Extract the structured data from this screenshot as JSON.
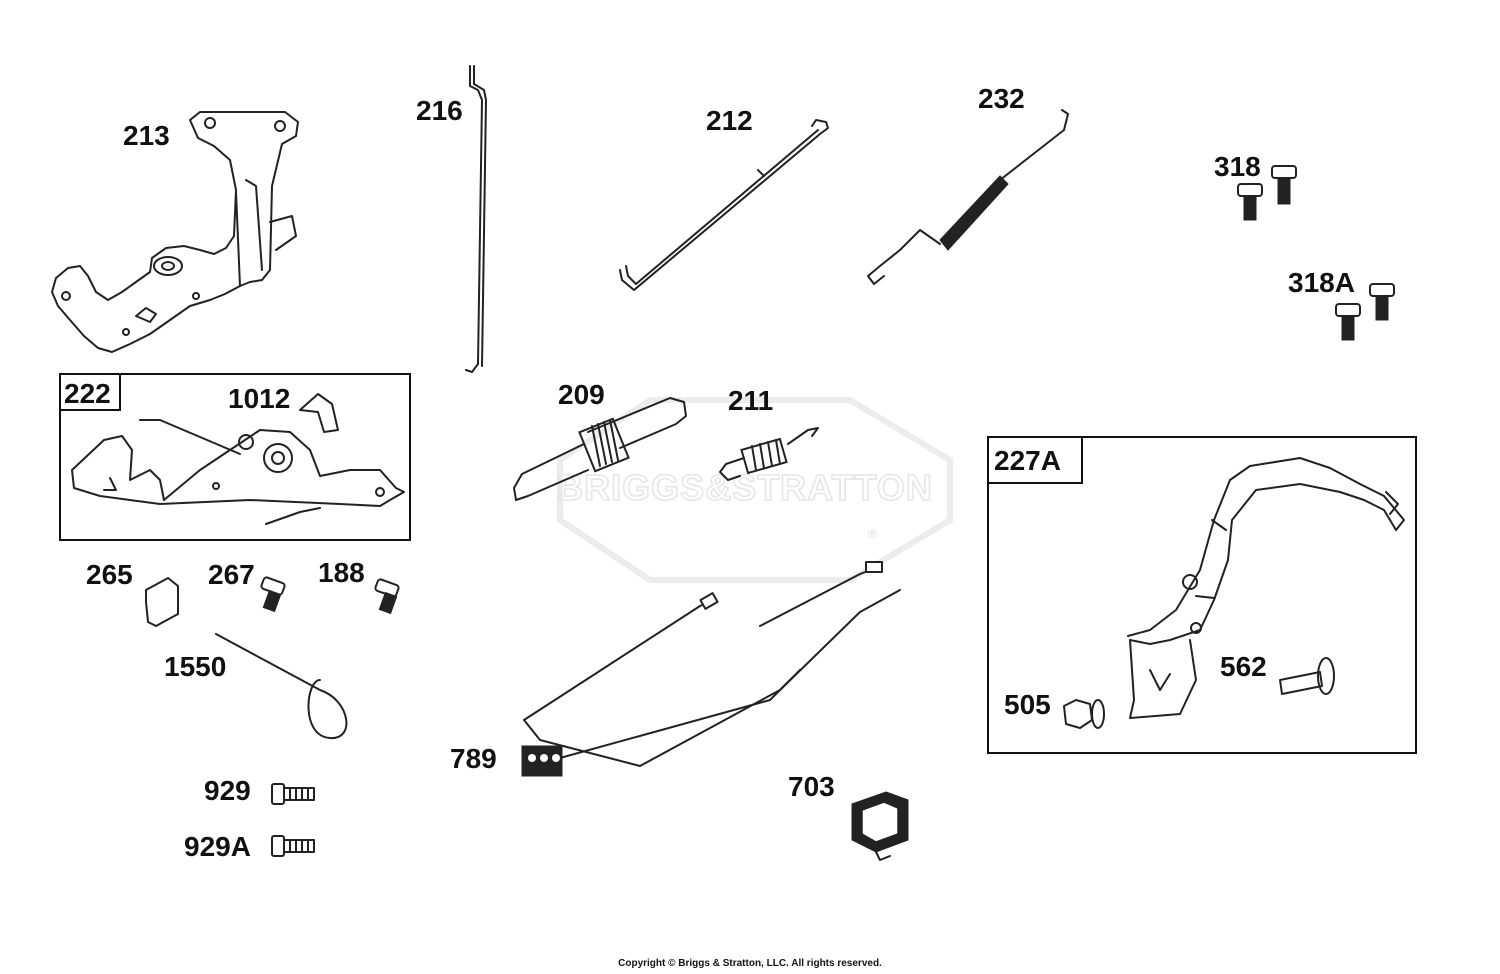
{
  "watermark": {
    "text": "BRIGGS&STRATTON",
    "reg": "®"
  },
  "callouts": {
    "p213": "213",
    "p216": "216",
    "p212": "212",
    "p232": "232",
    "p318": "318",
    "p318A": "318A",
    "p222": "222",
    "p1012": "1012",
    "p209": "209",
    "p211": "211",
    "p227A": "227A",
    "p265": "265",
    "p267": "267",
    "p188": "188",
    "p1550": "1550",
    "p789": "789",
    "p703": "703",
    "p562": "562",
    "p505": "505",
    "p929": "929",
    "p929A": "929A"
  },
  "footer": {
    "copyright": "Copyright © Briggs & Stratton, LLC. All rights reserved."
  }
}
